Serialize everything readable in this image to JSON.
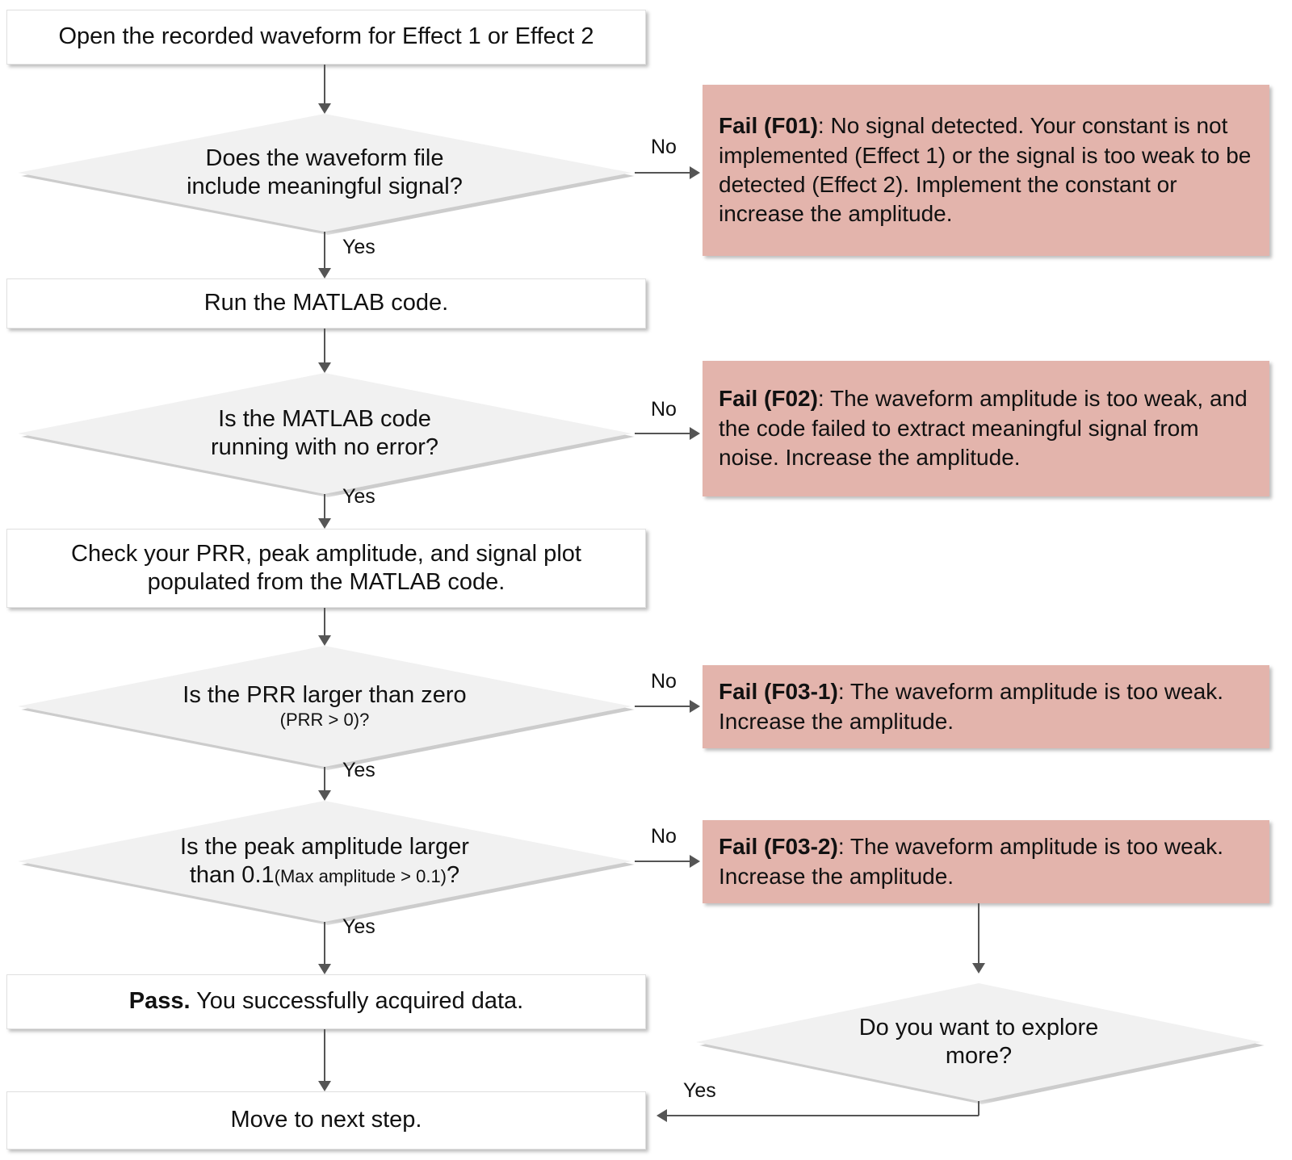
{
  "diagram": {
    "title": "Waveform acquisition troubleshooting flowchart",
    "colors": {
      "fail_box_fill": "#e3b4ac",
      "decision_fill": "#f1f1f1",
      "process_fill": "#ffffff",
      "connector": "#555555",
      "text": "#111111"
    }
  },
  "nodes": {
    "start": {
      "type": "process",
      "text": "Open the recorded waveform for Effect 1 or Effect 2"
    },
    "d1": {
      "type": "decision",
      "line1": "Does the waveform file",
      "line2": "include meaningful signal?"
    },
    "run_matlab": {
      "type": "process",
      "text": "Run the MATLAB code."
    },
    "d2": {
      "type": "decision",
      "line1": "Is the MATLAB code",
      "line2": "running with no error?"
    },
    "check": {
      "type": "process",
      "line1": "Check your PRR, peak amplitude, and signal plot",
      "line2": "populated from the MATLAB code."
    },
    "d3": {
      "type": "decision",
      "line1": "Is the PRR  larger than zero",
      "line2": "(PRR > 0)?"
    },
    "d4": {
      "type": "decision",
      "line1": "Is the peak amplitude larger",
      "line2_main": "than 0.1",
      "line2_small": "(Max amplitude > 0.1)",
      "line2_tail": "?"
    },
    "pass": {
      "type": "process",
      "bold": "Pass.",
      "rest": " You successfully acquired data."
    },
    "next_step": {
      "type": "process",
      "text": "Move to next step."
    },
    "d5": {
      "type": "decision",
      "line1": "Do you want to explore",
      "line2": "more?"
    }
  },
  "fails": {
    "f01": {
      "label": "Fail (F01)",
      "body": ": No signal detected. Your constant is not implemented (Effect 1) or the signal is too weak to be detected (Effect 2). Implement the constant or increase the amplitude."
    },
    "f02": {
      "label": "Fail (F02)",
      "body": ": The waveform amplitude is too weak, and the code failed to extract meaningful signal from noise. Increase the amplitude."
    },
    "f03_1": {
      "label": "Fail (F03-1)",
      "body": ": The waveform amplitude is too weak. Increase the amplitude."
    },
    "f03_2": {
      "label": "Fail (F03-2)",
      "body": ": The waveform amplitude is too weak. Increase the amplitude."
    }
  },
  "edge_labels": {
    "no_1": "No",
    "no_2": "No",
    "no_3": "No",
    "no_4": "No",
    "yes_1": "Yes",
    "yes_2": "Yes",
    "yes_3": "Yes",
    "yes_4": "Yes",
    "yes_5": "Yes"
  }
}
